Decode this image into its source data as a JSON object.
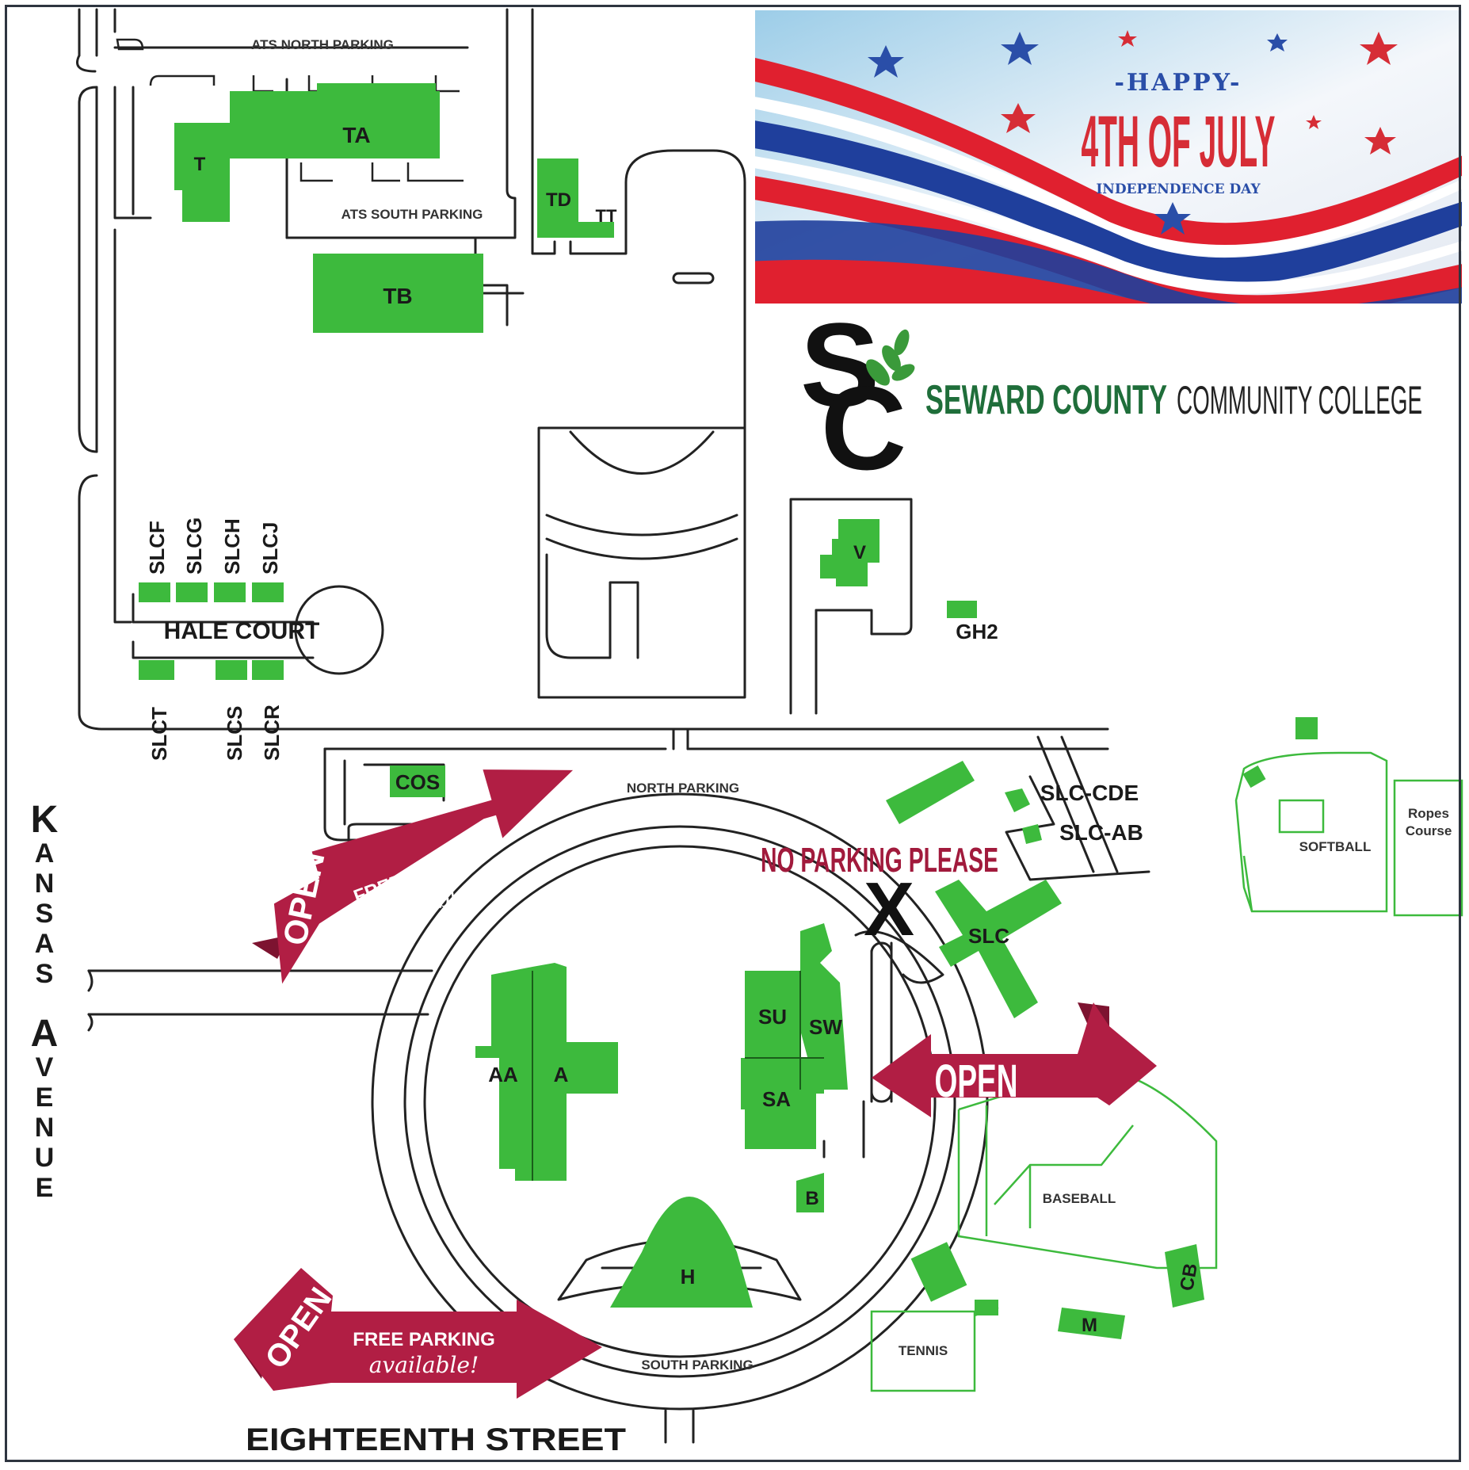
{
  "banner": {
    "happy": "-HAPPY-",
    "title": "4TH OF JULY",
    "subtitle": "INDEPENDENCE DAY"
  },
  "college": {
    "monogram_top": "S",
    "monogram_bottom": "C",
    "name_bold": "SEWARD COUNTY",
    "name_rest": "COMMUNITY COLLEGE"
  },
  "parking": {
    "ats_north": "ATS NORTH PARKING",
    "ats_south": "ATS SOUTH PARKING",
    "north": "NORTH PARKING",
    "south": "SOUTH PARKING"
  },
  "buildings": {
    "t": "T",
    "ta": "TA",
    "td": "TD",
    "tt": "TT",
    "tb": "TB",
    "slcf": "SLCF",
    "slcg": "SLCG",
    "slch": "SLCH",
    "slcj": "SLCJ",
    "hale_court": "HALE COURT",
    "slct": "SLCT",
    "slcs": "SLCS",
    "slcr": "SLCR",
    "v": "V",
    "gh2": "GH2",
    "cos": "COS",
    "slc_cde": "SLC-CDE",
    "slc_ab": "SLC-AB",
    "slc": "SLC",
    "aa": "AA",
    "a": "A",
    "su": "SU",
    "sw": "SW",
    "sa": "SA",
    "h": "H",
    "b": "B",
    "cb": "CB",
    "m": "M"
  },
  "facilities": {
    "softball": "SOFTBALL",
    "ropes_line1": "Ropes",
    "ropes_line2": "Course",
    "baseball": "BASEBALL",
    "tennis": "TENNIS"
  },
  "streets": {
    "kansas_letters": [
      "K",
      "A",
      "N",
      "S",
      "A",
      "S"
    ],
    "avenue_letters": [
      "A",
      "V",
      "E",
      "N",
      "U",
      "E"
    ],
    "eighteenth": "EIGHTEENTH STREET"
  },
  "notices": {
    "open": "OPEN",
    "free_parking": "FREE PARKING",
    "available": "available!",
    "no_parking": "NO PARKING PLEASE",
    "x_mark": "X"
  },
  "colors": {
    "building": "#3dba3d",
    "ribbon": "#b11e44",
    "college_green": "#1f6e3a",
    "star_blue": "#2a4ea8",
    "star_red": "#d62d36"
  }
}
